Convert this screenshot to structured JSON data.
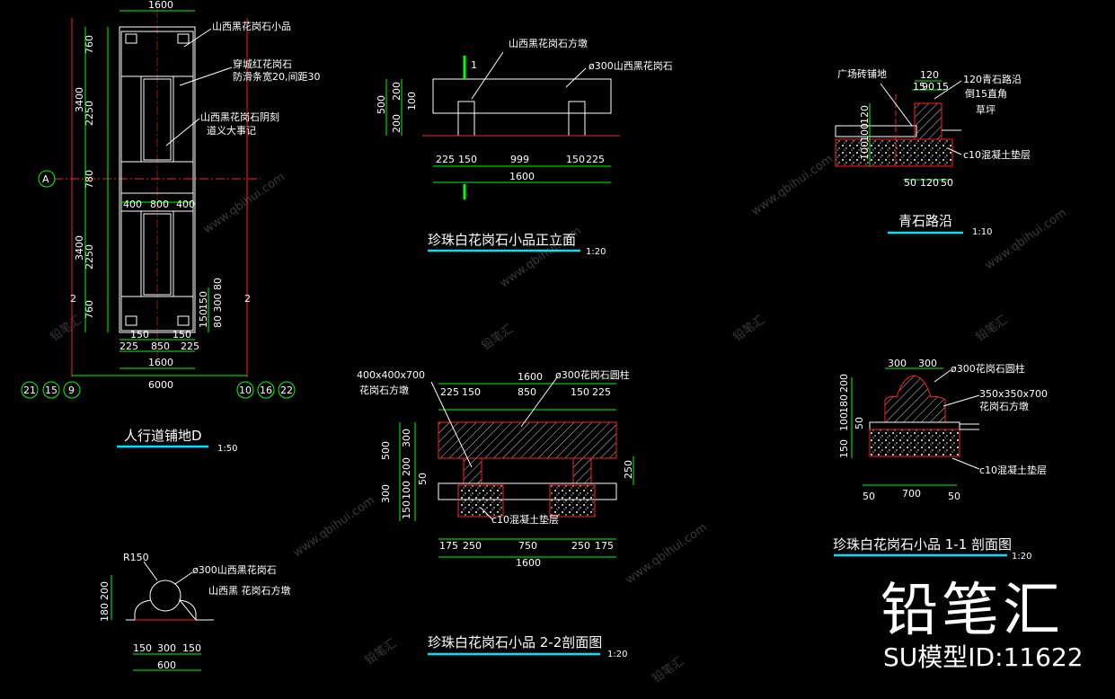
{
  "drawings": {
    "paving": {
      "title": "人行道铺地D",
      "scale": "1:50",
      "top_dim": "1600",
      "side_dims": [
        "760",
        "2250",
        "780",
        "2250",
        "760"
      ],
      "outer_dims": [
        "3400",
        "3400"
      ],
      "inner_dims": [
        "800",
        "400",
        "400"
      ],
      "right_dims": [
        "150",
        "80 300 80",
        "150"
      ],
      "bottom_dims": [
        "150",
        "150",
        "225",
        "850",
        "225"
      ],
      "width_1600": "1600",
      "width_6000": "6000",
      "notes": [
        "山西黑花岗石小品",
        "穿城红花岗石",
        "防滑条宽20,间距30",
        "山西黑花岗石阴刻",
        "道义大事记"
      ],
      "grid_axis": "A",
      "section_mark": "2",
      "grid_left": [
        "21",
        "15",
        "9"
      ],
      "grid_right": [
        "10",
        "16",
        "22"
      ]
    },
    "front_elevation": {
      "title": "珍珠白花岗石小品正立面",
      "scale": "1:20",
      "notes": [
        "山西黑花岗石方墩",
        "ø300山西黑花岗石"
      ],
      "section_mark": "1",
      "left_dims": [
        "500",
        "200",
        "100",
        "200"
      ],
      "bottom_dims": [
        "225",
        "150",
        "999",
        "150",
        "225"
      ],
      "total": "1600"
    },
    "curb": {
      "title": "青石路沿",
      "scale": "1:10",
      "notes": [
        "广场砖铺地",
        "120青石路沿",
        "倒15直角",
        "草坪",
        "c10混凝土垫层"
      ],
      "top_dims": [
        "120",
        "15",
        "90",
        "15"
      ],
      "left_dims": [
        "120",
        "100",
        "100"
      ],
      "bottom_dims": [
        "50",
        "120",
        "50"
      ]
    },
    "section_22": {
      "title": "珍珠白花岗石小品 2-2剖面图",
      "scale": "1:20",
      "notes": [
        "400x400x700",
        "花岗石方墩",
        "ø300花岗石圆柱",
        "c10混凝土垫层"
      ],
      "top_dims": [
        "225",
        "150",
        "850",
        "150",
        "225"
      ],
      "top_total": "1600",
      "left_dims": [
        "500",
        "300",
        "200",
        "50",
        "300",
        "100",
        "150"
      ],
      "right_dim": "250",
      "bottom_dims": [
        "175",
        "250",
        "750",
        "250",
        "175"
      ],
      "bottom_total": "1600"
    },
    "section_11": {
      "title": "珍珠白花岗石小品 1-1 剖面图",
      "scale": "1:20",
      "notes": [
        "ø300花岗石圆柱",
        "350x350x700",
        "花岗石方墩",
        "c10混凝土垫层"
      ],
      "top_dims": [
        "300",
        "300"
      ],
      "left_dims": [
        "200",
        "180",
        "100",
        "50",
        "150"
      ],
      "bottom_dims": [
        "50",
        "700",
        "50"
      ]
    },
    "detail": {
      "notes": [
        "R150",
        "ø300山西黑花岗石",
        "山西黑 花岗石方墩"
      ],
      "left_dims": [
        "180",
        "200"
      ],
      "bottom_dims": [
        "150",
        "300",
        "150"
      ],
      "total": "600"
    }
  },
  "watermark": {
    "site": "www.qbihui.com",
    "brand": "铅笔汇"
  },
  "logo": {
    "text": "铅笔汇",
    "id": "SU模型ID:11622"
  },
  "colors": {
    "background": "#000000",
    "dimension": "#00ff00",
    "outline": "#ffffff",
    "section": "#ff2020",
    "title_underline": "#00e0ff"
  }
}
